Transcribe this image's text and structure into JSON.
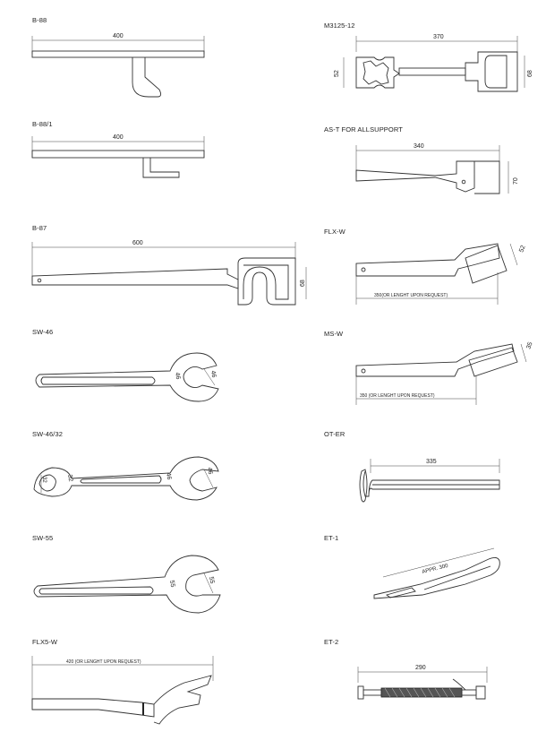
{
  "tools": [
    {
      "id": "B-88",
      "label": "B-88",
      "dims": [
        "400"
      ]
    },
    {
      "id": "M3125-12",
      "label": "M3125-12",
      "dims": [
        "370",
        "52",
        "68"
      ]
    },
    {
      "id": "B-88/1",
      "label": "B-88/1",
      "dims": [
        "400"
      ]
    },
    {
      "id": "AS-T",
      "label": "AS-T FOR ALLSUPPORT",
      "dims": [
        "340",
        "70"
      ]
    },
    {
      "id": "B-87",
      "label": "B-87",
      "dims": [
        "600",
        "68"
      ]
    },
    {
      "id": "FLX-W",
      "label": "FLX-W",
      "dims": [
        "350(OR LENGHT UPON REQUEST)",
        "52"
      ]
    },
    {
      "id": "SW-46",
      "label": "SW-46",
      "dims": [
        "46",
        "46"
      ]
    },
    {
      "id": "MS-W",
      "label": "MS-W",
      "dims": [
        "350 (OR LENGHT UPON REQUEST)",
        "35"
      ]
    },
    {
      "id": "SW-46/32",
      "label": "SW-46/32",
      "dims": [
        "32",
        "32",
        "46",
        "46"
      ]
    },
    {
      "id": "OT-ER",
      "label": "OT-ER",
      "dims": [
        "335"
      ]
    },
    {
      "id": "SW-55",
      "label": "SW-55",
      "dims": [
        "55",
        "55"
      ]
    },
    {
      "id": "ET-1",
      "label": "ET-1",
      "dims": [
        "APPR. 300"
      ]
    },
    {
      "id": "FLX5-W",
      "label": "FLX5-W",
      "dims": [
        "420 (OR LENGHT UPON REQUEST)"
      ]
    },
    {
      "id": "ET-2",
      "label": "ET-2",
      "dims": [
        "290"
      ]
    }
  ]
}
